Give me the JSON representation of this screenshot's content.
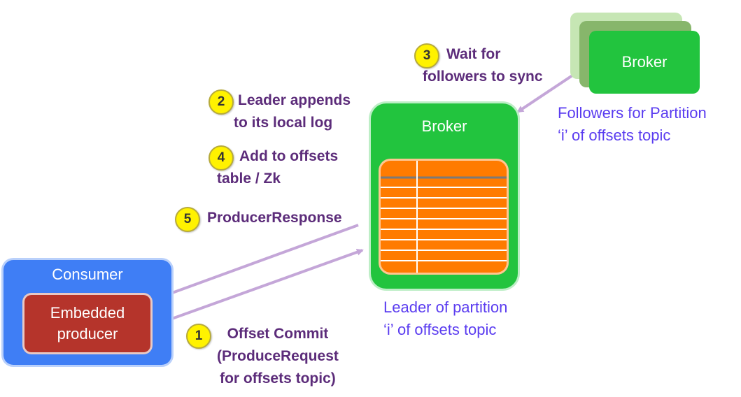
{
  "consumer": {
    "title": "Consumer",
    "producer_line1": "Embedded",
    "producer_line2": "producer"
  },
  "leader_broker": {
    "title": "Broker",
    "caption_line1": "Leader of partition",
    "caption_line2": "‘i’ of offsets topic"
  },
  "follower_broker": {
    "title": "Broker",
    "caption_line1": "Followers for Partition",
    "caption_line2": "‘i’ of offsets topic"
  },
  "steps": [
    {
      "number": "1",
      "line1": "Offset Commit",
      "line2": "(ProduceRequest",
      "line3": "for offsets topic)"
    },
    {
      "number": "2",
      "line1": "Leader appends",
      "line2": "to its local log"
    },
    {
      "number": "3",
      "line1": "Wait for",
      "line2": "followers to sync"
    },
    {
      "number": "4",
      "line1": "Add to offsets",
      "line2": "table / Zk"
    },
    {
      "number": "5",
      "line1": "ProducerResponse"
    }
  ],
  "colors": {
    "consumer": "#3f7ef5",
    "producer": "#b5342b",
    "broker": "#22c43e",
    "log": "#ff7b00",
    "badge": "#fff200",
    "step_text": "#5c2c7a",
    "caption": "#5a3cf0",
    "arrow": "#c4a6d8"
  }
}
